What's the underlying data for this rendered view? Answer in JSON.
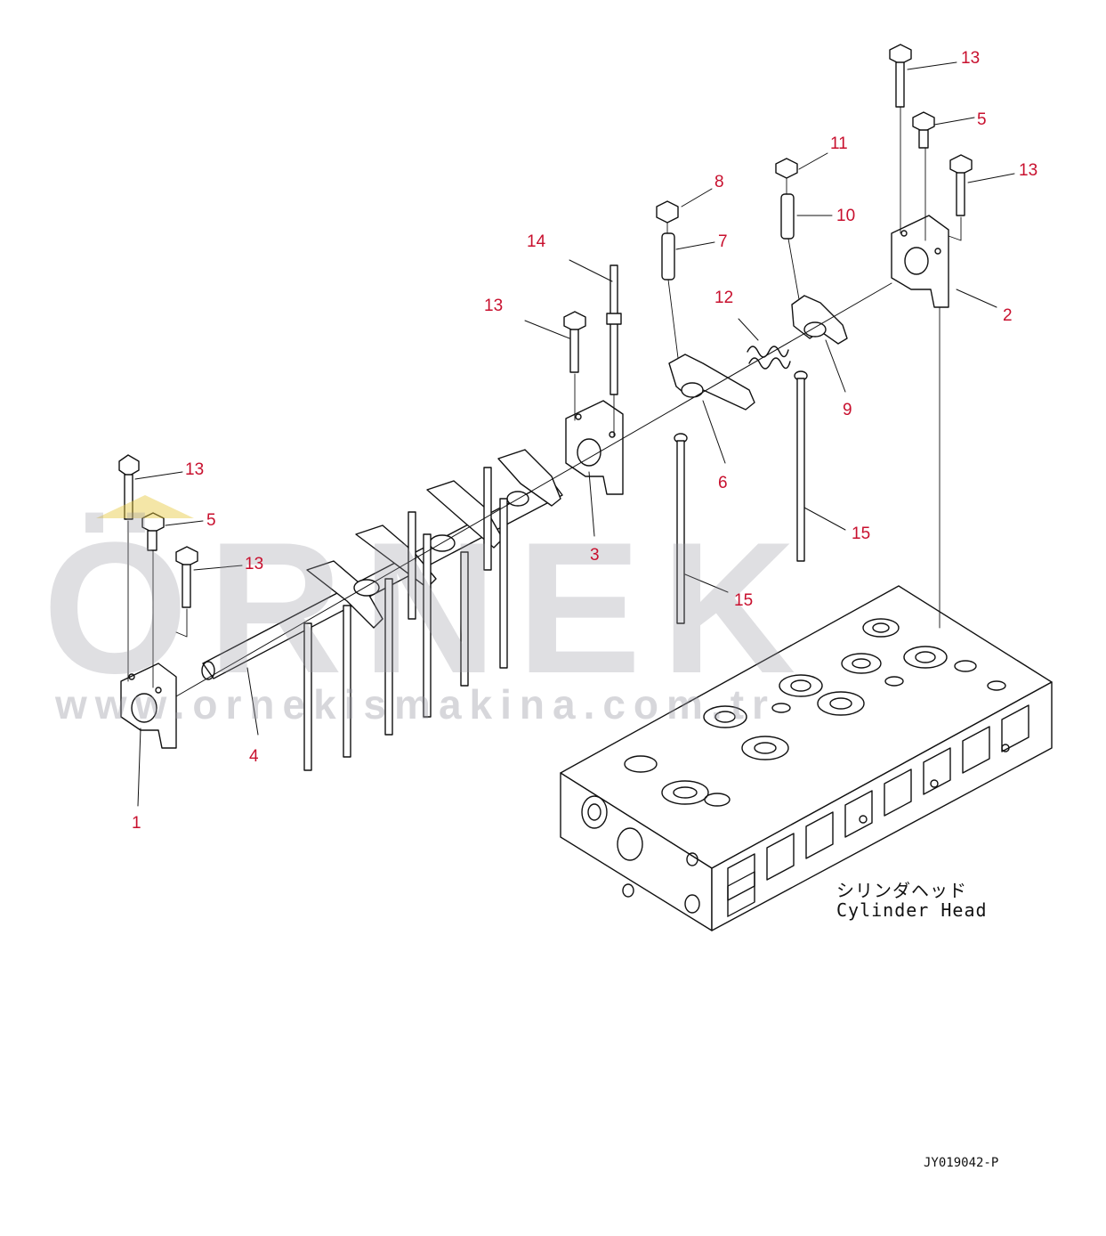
{
  "callouts": [
    {
      "id": "1",
      "text": "1"
    },
    {
      "id": "2",
      "text": "2"
    },
    {
      "id": "3",
      "text": "3"
    },
    {
      "id": "4",
      "text": "4"
    },
    {
      "id": "5a",
      "text": "5"
    },
    {
      "id": "5b",
      "text": "5"
    },
    {
      "id": "6",
      "text": "6"
    },
    {
      "id": "7",
      "text": "7"
    },
    {
      "id": "8",
      "text": "8"
    },
    {
      "id": "9",
      "text": "9"
    },
    {
      "id": "10",
      "text": "10"
    },
    {
      "id": "11",
      "text": "11"
    },
    {
      "id": "12",
      "text": "12"
    },
    {
      "id": "13a",
      "text": "13"
    },
    {
      "id": "13b",
      "text": "13"
    },
    {
      "id": "13c",
      "text": "13"
    },
    {
      "id": "13d",
      "text": "13"
    },
    {
      "id": "13e",
      "text": "13"
    },
    {
      "id": "14",
      "text": "14"
    },
    {
      "id": "15a",
      "text": "15"
    },
    {
      "id": "15b",
      "text": "15"
    }
  ],
  "cylinder_head_label_jp": "シリンダヘッド",
  "cylinder_head_label_en": "Cylinder Head",
  "drawing_code": "JY019042-P",
  "watermark": {
    "word": "ÖRNEK",
    "url": "www.ornekismakina.com.tr"
  },
  "colors": {
    "callout": "#c8102e",
    "line": "#111111",
    "watermark": "#9696a0"
  }
}
